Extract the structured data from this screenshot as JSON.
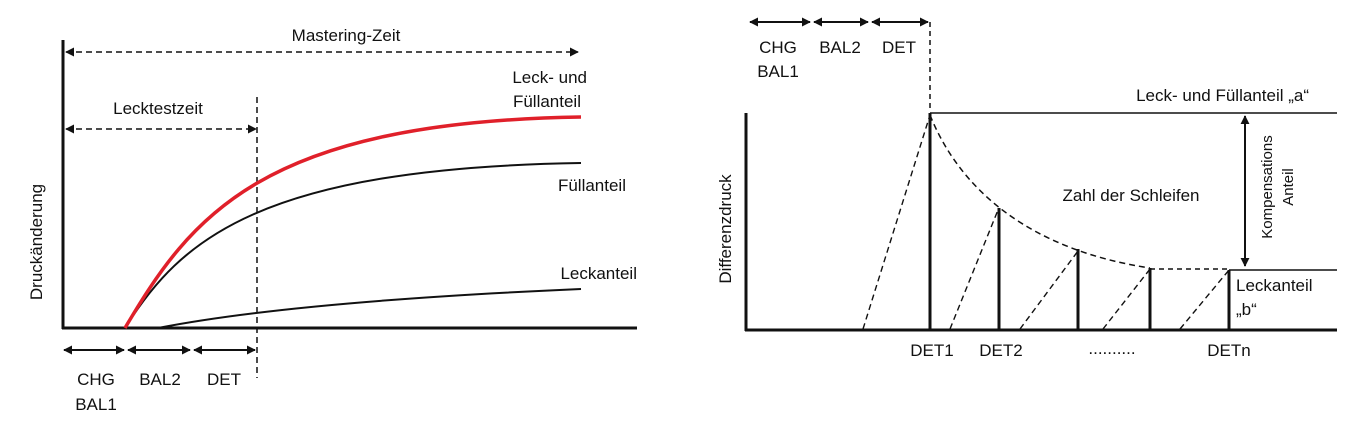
{
  "left_diagram": {
    "axis_label_y": "Druckänderung",
    "mastering_label": "Mastering-Zeit",
    "leaktest_label": "Lecktestzeit",
    "curve_labels": {
      "leak_fill_line1": "Leck- und",
      "leak_fill_line2": "Füllanteil",
      "fill": "Füllanteil",
      "leak": "Leckanteil"
    },
    "phase_labels": {
      "chg_line1": "CHG",
      "chg_line2": "BAL1",
      "bal2": "BAL2",
      "det": "DET"
    }
  },
  "right_diagram": {
    "axis_label_y": "Differenzdruck",
    "phase_labels": {
      "chg_line1": "CHG",
      "chg_line2": "BAL1",
      "bal2": "BAL2",
      "det": "DET"
    },
    "leak_fill_a": "Leck- und Füllanteil „a“",
    "comp_line1": "Kompensations",
    "comp_line2": "Anteil",
    "loops_label": "Zahl der Schleifen",
    "leak_b_line1": "Leckanteil",
    "leak_b_line2": "„b“",
    "det_labels": [
      "DET1",
      "DET2",
      "..........",
      "DETn"
    ]
  },
  "colors": {
    "leak_fill_curve": "#e0202a",
    "lines": "#111111"
  }
}
